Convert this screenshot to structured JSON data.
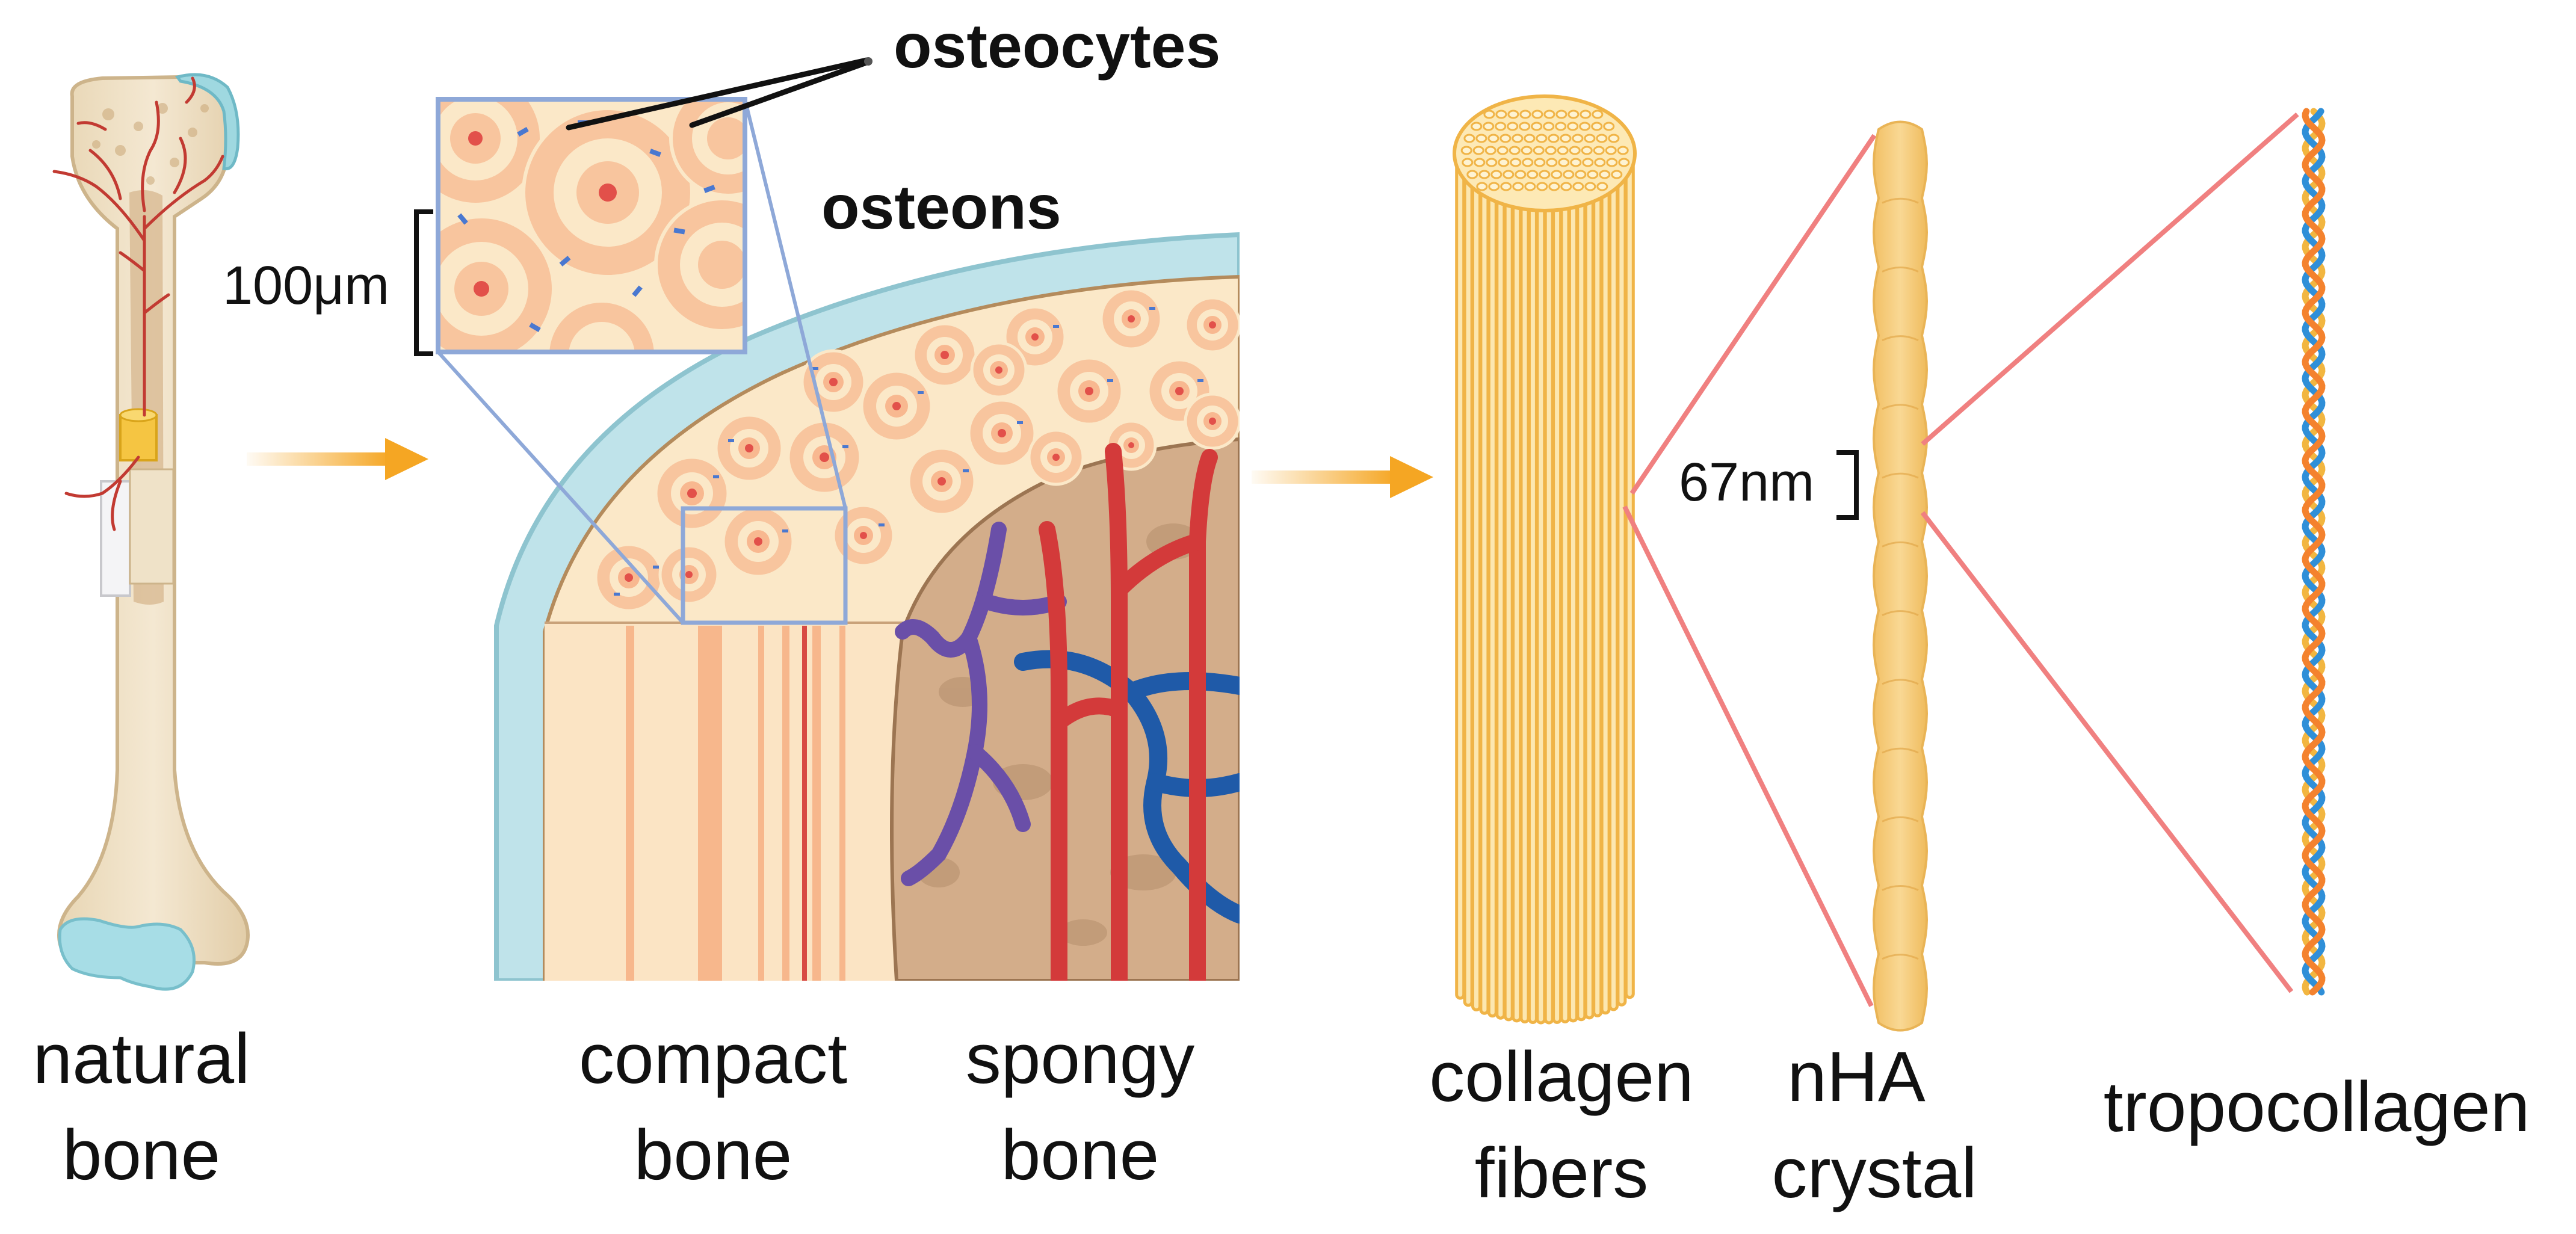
{
  "labels": {
    "osteocytes": "osteocytes",
    "osteons": "osteons",
    "scale_osteon": "100μm",
    "scale_nha": "67nm",
    "natural_bone": [
      "natural",
      "bone"
    ],
    "compact_bone": [
      "compact",
      "bone"
    ],
    "spongy_bone": [
      "spongy",
      "bone"
    ],
    "collagen_fibers": [
      "collagen",
      "fibers"
    ],
    "nha_crystal": [
      "nHA",
      "crystal"
    ],
    "tropocollagen": "tropocollagen"
  },
  "colors": {
    "arrow": "#f5a623",
    "zoom_line": "#f08080",
    "inset_frame": "#8ea8d8",
    "bone": "#efe2c8",
    "bone_shade": "#d9c3a0",
    "cartilage": "#9fd8e0",
    "vessel_red": "#d33a3a",
    "vessel_blue": "#1f5aa8",
    "vessel_purple": "#6a4fa8",
    "osteon_ring": "#f8c59e",
    "osteon_center": "#e2504a",
    "collagen": "#f6c15a",
    "nha": "#f7cf7e",
    "tropo_orange": "#f4822e",
    "tropo_blue": "#2f8fd8",
    "tropo_yellow": "#f2b640"
  }
}
